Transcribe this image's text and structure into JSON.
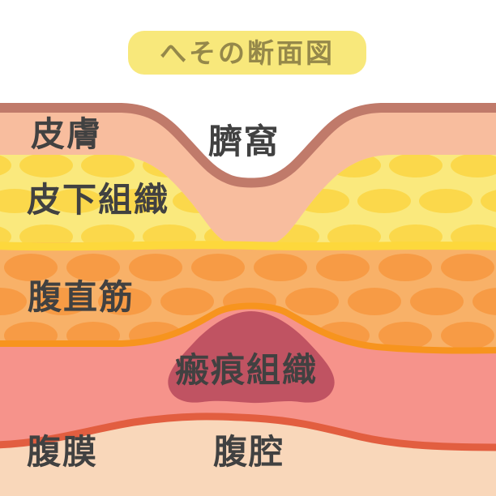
{
  "title": {
    "text": "へその断面図"
  },
  "labels": {
    "skin": "皮膚",
    "navel_fossa": "臍窩",
    "subcutaneous_tissue": "皮下組織",
    "rectus_abdominis": "腹直筋",
    "scar_tissue": "瘢痕組織",
    "peritoneum": "腹膜",
    "abdominal_cavity": "腹腔"
  },
  "colors": {
    "background": "#ffffff",
    "title_pill_bg": "#f8e87b",
    "title_text": "#95884a",
    "label_text": "#414141",
    "skin_outline": "#c07a6a",
    "skin_fill": "#f8bd9e",
    "subcutaneous_bg": "#fae97d",
    "subcutaneous_fat": "#fbd84b",
    "subcutaneous_border": "#fdd83c",
    "muscle_bg": "#f8b168",
    "muscle_fiber": "#f79b45",
    "muscle_border": "#f7941e",
    "fascia_fill": "#f6938b",
    "scar_fill": "#c05362",
    "peritoneum_line": "#e25e40",
    "cavity_fill": "#f9d7ba"
  }
}
